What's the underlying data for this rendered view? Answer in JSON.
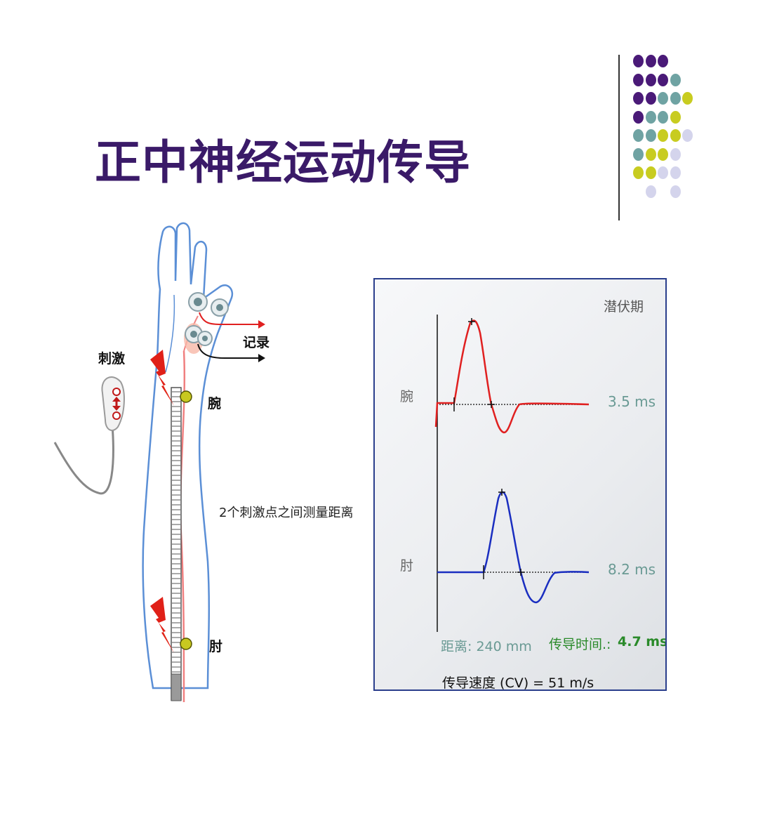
{
  "title": "正中神经运动传导",
  "left": {
    "stimulus_label": "刺激",
    "record_label": "记录",
    "wrist_label": "腕",
    "elbow_label": "肘",
    "measure_text": "2个刺激点之间测量距离"
  },
  "panel": {
    "latency_header": "潜伏期",
    "wrist_label": "腕",
    "wrist_latency": "3.5 ms",
    "elbow_label": "肘",
    "elbow_latency": "8.2 ms",
    "distance": "距离: 240 mm",
    "conduction_time_label": "传导时间.:",
    "conduction_time_value": "4.7 ms",
    "velocity": "传导速度 (CV)  =  51 m/s"
  },
  "colors": {
    "title": "#3a1a68",
    "wrist_trace": "#e02020",
    "elbow_trace": "#1a2ec0",
    "latency_text": "#6a9a94",
    "conduction_time": "#2a8a2a",
    "panel_border": "#2a3e8c",
    "dot_purple": "#4a1a78",
    "dot_teal": "#6fa3a3",
    "dot_lime": "#c8cc20",
    "dot_lavender": "#d4d4ec"
  }
}
